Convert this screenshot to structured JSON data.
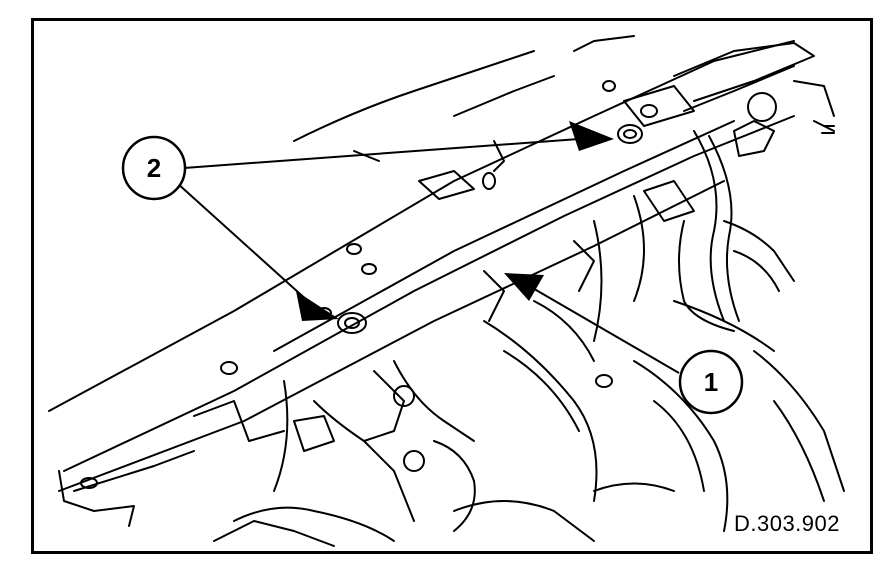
{
  "figure": {
    "reference_code": "D.303.902",
    "callouts": [
      {
        "number": "1",
        "meaning": ""
      },
      {
        "number": "2",
        "meaning": ""
      }
    ],
    "colors": {
      "ink": "#000000",
      "paper": "#ffffff"
    }
  }
}
